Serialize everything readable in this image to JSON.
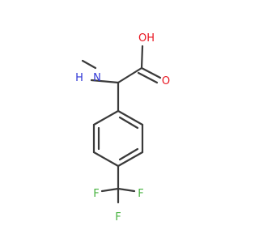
{
  "molecule": {
    "atoms": {
      "oh_label": "OH",
      "o_label": "O",
      "nh_label": "H",
      "n_label": "N",
      "f_left_label": "F",
      "f_right_label": "F",
      "f_bottom_label": "F"
    },
    "colors": {
      "bond": "#3a3a3a",
      "oxygen": "#e8141f",
      "nitrogen": "#2f36d6",
      "fluorine": "#46b33f"
    }
  }
}
